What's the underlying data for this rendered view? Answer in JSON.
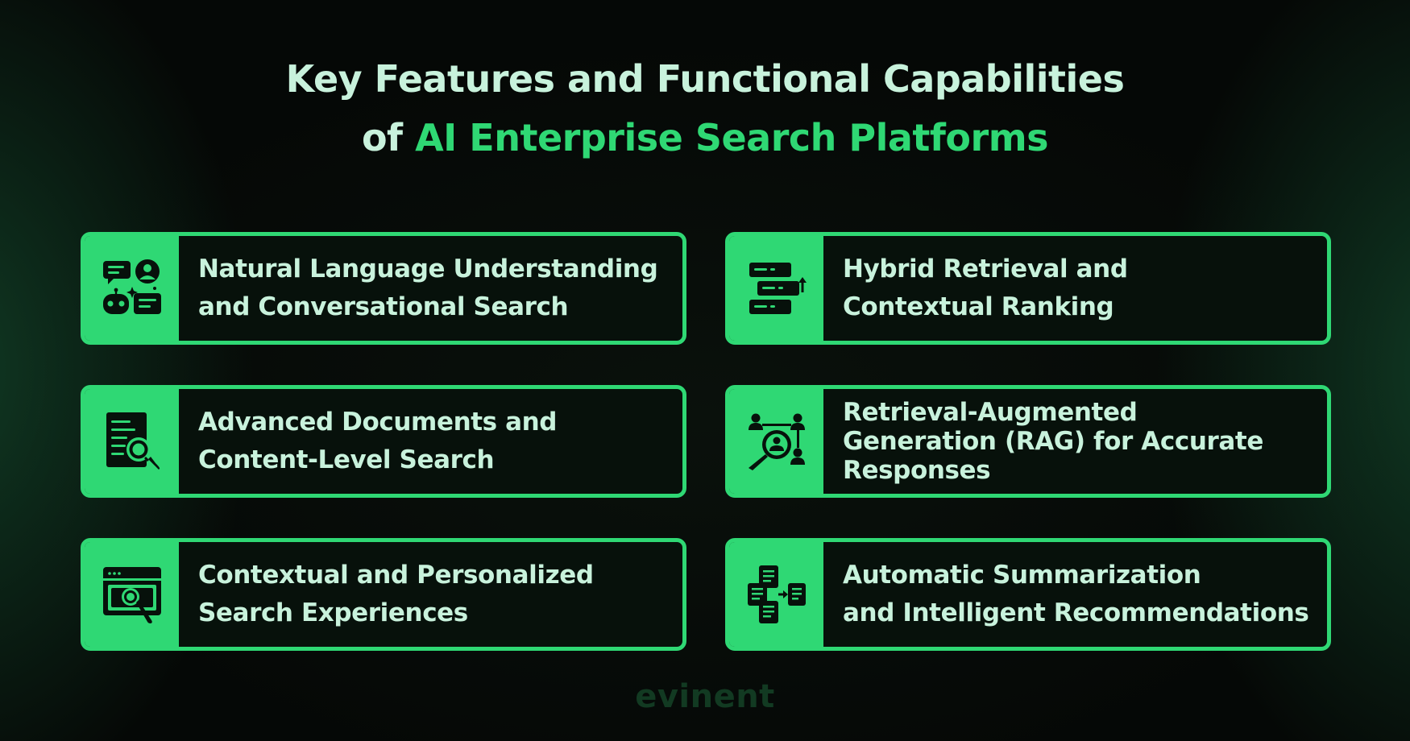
{
  "title": {
    "line1": "Key Features and Functional Capabilities",
    "line2_prefix": "of ",
    "line2_accent": "AI Enterprise Search Platforms"
  },
  "cards": [
    {
      "label": "Natural Language Understanding\nand Conversational Search",
      "icon": "chat-robot-user-icon"
    },
    {
      "label": "Hybrid Retrieval and\nContextual Ranking",
      "icon": "ranking-list-icon"
    },
    {
      "label": "Advanced Documents and\nContent-Level Search",
      "icon": "document-search-icon"
    },
    {
      "label": "Retrieval-Augmented\nGeneration (RAG) for Accurate\nResponses",
      "icon": "people-network-search-icon"
    },
    {
      "label": "Contextual and Personalized\nSearch Experiences",
      "icon": "browser-search-icon"
    },
    {
      "label": "Automatic Summarization\nand Intelligent Recommendations",
      "icon": "documents-summary-icon"
    }
  ],
  "logo": "evinent",
  "colors": {
    "accent": "#2fd874",
    "title_text": "#c8f2dc",
    "background": "#050806",
    "card_background": "#07110b",
    "logo": "#123a22"
  }
}
